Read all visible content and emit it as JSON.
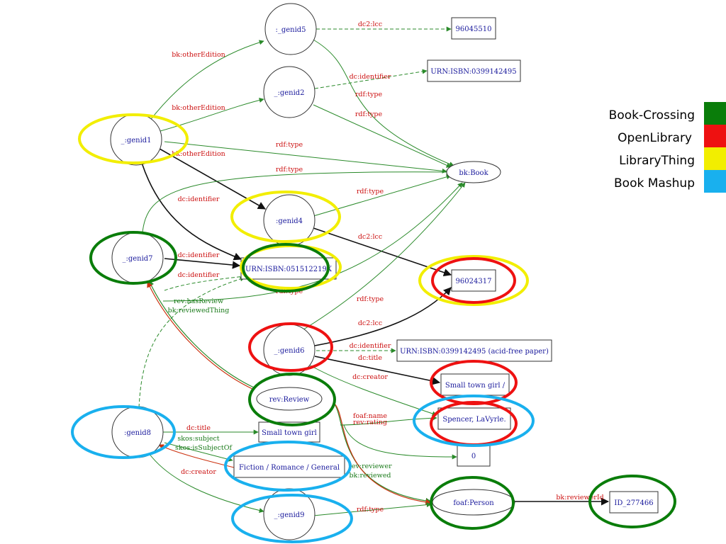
{
  "diagram": {
    "colors": {
      "book_crossing": "#0a7d0a",
      "openlibrary": "#ee1111",
      "librarything": "#f2ee00",
      "book_mashup": "#19b0ee",
      "edge_green": "#2a8a2a",
      "edge_red_label": "#cc1111",
      "edge_green_label": "#1a7a1a",
      "node_text": "#1a1a9c"
    },
    "nodes": {
      "genid5": ":_genid5",
      "genid2": "_:genid2",
      "genid1": "_:genid1",
      "genid4": ":genid4",
      "genid7": "_:genid7",
      "genid6": "_:genid6",
      "genid8": ":genid8",
      "genid9": "_:genid9",
      "book": "bk:Book",
      "review": "rev:Review",
      "person": "foaf:Person",
      "n96045510": "96045510",
      "isbn0399142495": "URN:ISBN:0399142495",
      "isbn051512219": "URN:ISBN:051512219X",
      "n96024317": "96024317",
      "isbn_acid": "URN:ISBN:0399142495 (acid-free paper)",
      "small_town_girl_slash": "Small town girl /",
      "spencer": "Spencer, LaVyrle.",
      "zero": "0",
      "small_town_girl": "Small town girl",
      "fiction": "Fiction / Romance / General",
      "id277466": "ID_277466"
    },
    "edge_labels": {
      "dc2lcc_top": "dc2:lcc",
      "bk_otherEdition_1": "bk:otherEdition",
      "dc_identifier_top": "dc:identifier",
      "rdf_type_1": "rdf:type",
      "bk_otherEdition_2": "bk:otherEdition",
      "rdf_type_2": "rdf:type",
      "rdf_type_3": "rdf:type",
      "bk_otherEdition_3": "bk:otherEdition",
      "rdf_type_4": "rdf:type",
      "dc_identifier_g1": "dc:identifier",
      "rdf_type_5": "rdf:type",
      "dc2lcc_g4": "dc2:lcc",
      "dc_identifier_g7a": "dc:identifier",
      "dc_identifier_g7b": "dc:identifier",
      "rdf_type_6": "rdf:type",
      "rev_hasReview": "rev:hasReview",
      "bk_reviewedThing": "bk:reviewedThing",
      "rdf_type_7": "rdf:type",
      "dc2lcc_g6": "dc2:lcc",
      "dc_identifier_g6": "dc:identifier",
      "dc_title_g6": "dc:title",
      "dc_creator_g6": "dc:creator",
      "foaf_name": "foaf:name",
      "rev_rating": "rev:rating",
      "dc_title_g8": "dc:title",
      "skos_subject": "skos:subject",
      "skos_isSubjectOf": "skos:isSubjectOf",
      "dc_creator_g8": "dc:creator",
      "rev_reviewer": "rev:reviewer",
      "bk_reviewed": "bk:reviewed",
      "rdf_type_8": "rdf:type",
      "bk_reviewerId": "bk:reviewerId"
    }
  },
  "legend": {
    "items": [
      {
        "label": "Book-Crossing",
        "color": "#0a7d0a"
      },
      {
        "label": "OpenLibrary",
        "color": "#ee1111"
      },
      {
        "label": "LibraryThing",
        "color": "#f2ee00"
      },
      {
        "label": "Book Mashup",
        "color": "#19b0ee"
      }
    ]
  }
}
